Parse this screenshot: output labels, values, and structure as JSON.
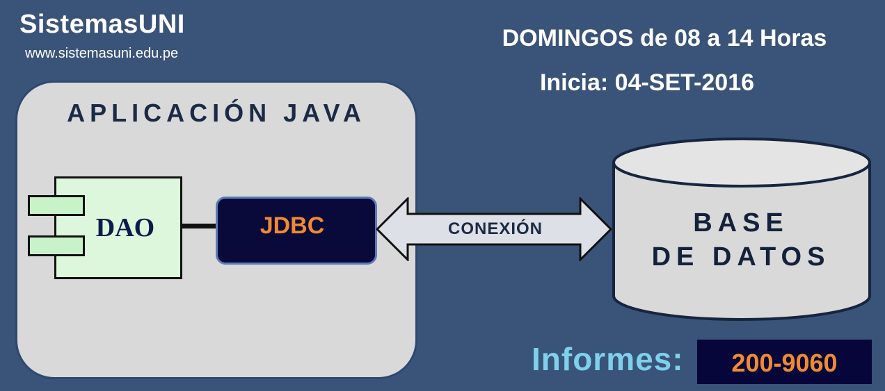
{
  "header": {
    "brand": "SistemasUNI",
    "url": "www.sistemasuni.edu.pe",
    "schedule": "DOMINGOS de 08 a 14 Horas",
    "start_date": "Inicia: 04-SET-2016"
  },
  "diagram": {
    "app_title": "APLICACIÓN JAVA",
    "component": "DAO",
    "driver": "JDBC",
    "connection": "CONEXIÓN",
    "database_line1": "BASE",
    "database_line2": "DE DATOS"
  },
  "footer": {
    "info_label": "Informes:",
    "phone": "200-9060"
  },
  "colors": {
    "background": "#3a5378",
    "accent_orange": "#f08a32",
    "accent_cyan": "#7fd0ec",
    "dark_navy": "#0a0a3a"
  }
}
